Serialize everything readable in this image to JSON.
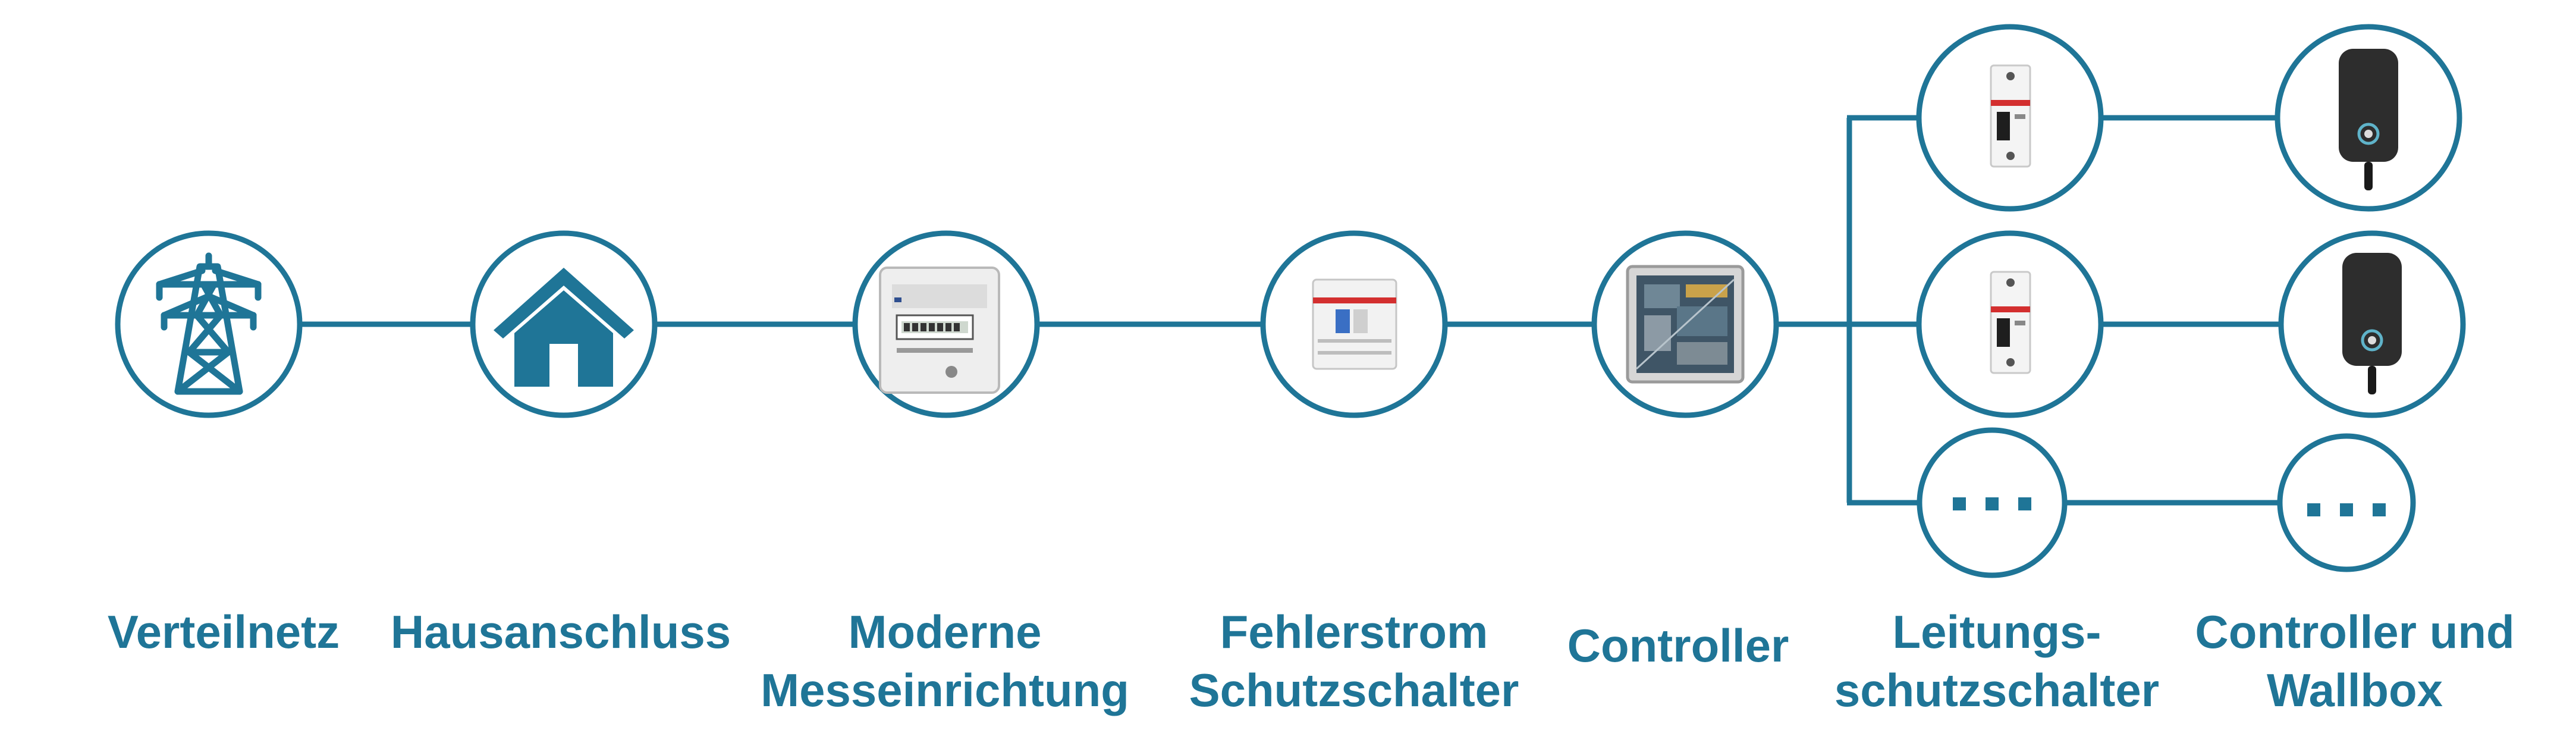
{
  "colors": {
    "accent": "#1f7597",
    "device_white": "#f2f2f2",
    "device_red": "#d32f2f",
    "wallbox_dark": "#2d2d2d"
  },
  "nodes": [
    {
      "id": "verteilnetz",
      "icon": "power-tower-icon",
      "label_lines": [
        "Verteilnetz"
      ]
    },
    {
      "id": "hausanschluss",
      "icon": "house-icon",
      "label_lines": [
        "Hausanschluss"
      ]
    },
    {
      "id": "messeinrichtung",
      "icon": "electricity-meter-icon",
      "label_lines": [
        "Moderne",
        "Messeinrichtung"
      ]
    },
    {
      "id": "fehlerstrom",
      "icon": "rcd-breaker-icon",
      "label_lines": [
        "Fehlerstrom",
        "Schutzschalter"
      ]
    },
    {
      "id": "controller",
      "icon": "controller-cabinet-icon",
      "label_lines": [
        "Controller"
      ]
    },
    {
      "id": "leitungsschutz",
      "icon": "circuit-breaker-icon",
      "label_lines": [
        "Leitungs-",
        "schutzschalter"
      ]
    },
    {
      "id": "wallbox",
      "icon": "wallbox-icon",
      "label_lines": [
        "Controller und",
        "Wallbox"
      ]
    }
  ],
  "more_glyph": "..."
}
